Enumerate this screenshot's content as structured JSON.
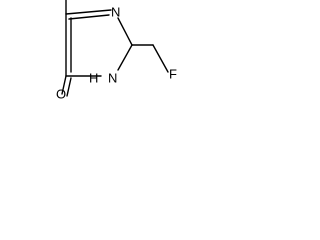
{
  "molecule": {
    "atoms": {
      "n_top": "N",
      "n_h": "N",
      "h_on_n": "H",
      "oxygen": "O",
      "fluorine": "F"
    },
    "colors": {
      "bond": "#000000",
      "text": "#000000",
      "background": "#ffffff"
    }
  }
}
